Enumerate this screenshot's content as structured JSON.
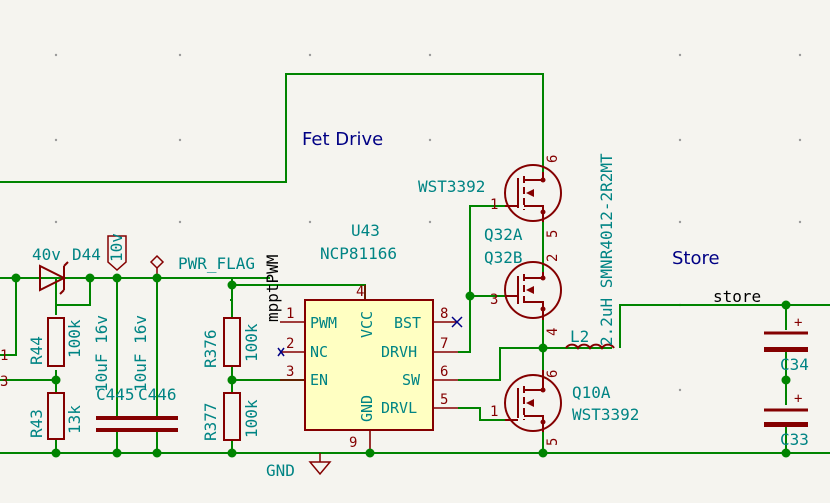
{
  "annotations": {
    "fet_drive": "Fet Drive",
    "store": "Store"
  },
  "nets": {
    "store": "store",
    "pwr_flag": "PWR_FLAG",
    "gnd": "GND",
    "mpptpwm": "mpptPWM",
    "v10": "10v"
  },
  "u43": {
    "ref": "U43",
    "value": "NCP81166",
    "pins": [
      {
        "num": "1",
        "name": "PWM"
      },
      {
        "num": "2",
        "name": "NC"
      },
      {
        "num": "3",
        "name": "EN"
      },
      {
        "num": "4",
        "name": "VCC"
      },
      {
        "num": "8",
        "name": "BST"
      },
      {
        "num": "7",
        "name": "DRVH"
      },
      {
        "num": "6",
        "name": "SW"
      },
      {
        "num": "5",
        "name": "DRVL"
      },
      {
        "num": "9",
        "name": "GND"
      }
    ]
  },
  "q32a": {
    "ref": "Q32A",
    "value": "WST3392",
    "pin_gate": "1",
    "pin_top": "6",
    "pin_bot": "5"
  },
  "q32b": {
    "ref": "Q32B",
    "pin_gate": "3",
    "pin_top": "2",
    "pin_bot": "4"
  },
  "q10a": {
    "ref": "Q10A",
    "value": "WST3392",
    "pin_gate": "1",
    "pin_top": "6",
    "pin_bot": "5"
  },
  "l2": {
    "ref": "L2",
    "value": "2.2uH SMNR4012-2R2MT"
  },
  "d44": {
    "ref": "D44",
    "value": "40v"
  },
  "r44": {
    "ref": "R44",
    "value": "100k"
  },
  "r43": {
    "ref": "R43",
    "value": "13k"
  },
  "r376": {
    "ref": "R376",
    "value": "100k"
  },
  "r377": {
    "ref": "R377",
    "value": "100k"
  },
  "c445": {
    "ref": "C445",
    "value": "10uF 16v"
  },
  "c446": {
    "ref": "C446",
    "value": "10uF 16v"
  },
  "c34": {
    "ref": "C34",
    "plus": "+"
  },
  "c33": {
    "ref": "C33",
    "plus": "+"
  },
  "edge": {
    "label1": "1",
    "label3": "3"
  }
}
